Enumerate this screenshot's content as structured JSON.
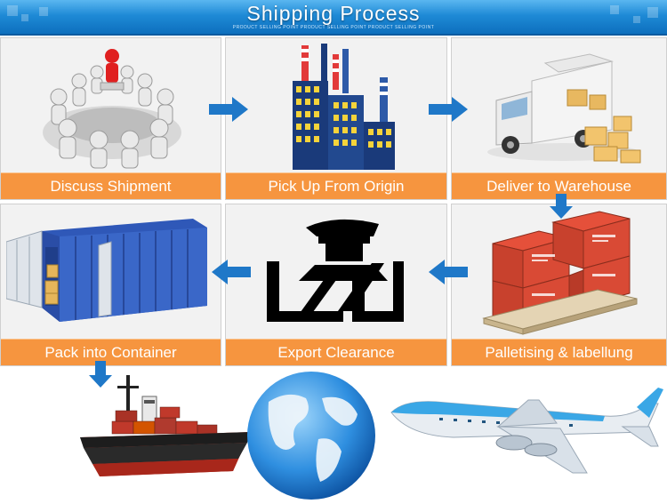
{
  "header": {
    "title": "Shipping Process",
    "subtitle": "PRODUCT SELLING POINT  PRODUCT SELLING POINT  PRODUCT SELLING POINT"
  },
  "steps": [
    {
      "label": "Discuss Shipment",
      "icon": "meeting-people-icon"
    },
    {
      "label": "Pick Up From Origin",
      "icon": "factory-icon"
    },
    {
      "label": "Deliver to Warehouse",
      "icon": "delivery-truck-icon"
    },
    {
      "label": "Palletising & labellung",
      "icon": "pallet-boxes-icon"
    },
    {
      "label": "Export Clearance",
      "icon": "customs-officer-icon"
    },
    {
      "label": "Pack  into Container",
      "icon": "shipping-container-icon"
    }
  ],
  "bottom_icons": [
    "cargo-ship-icon",
    "globe-icon",
    "airplane-icon"
  ],
  "colors": {
    "header_blue": "#1e8ad6",
    "caption_orange": "#f6953f",
    "arrow_blue": "#1f78c8"
  }
}
